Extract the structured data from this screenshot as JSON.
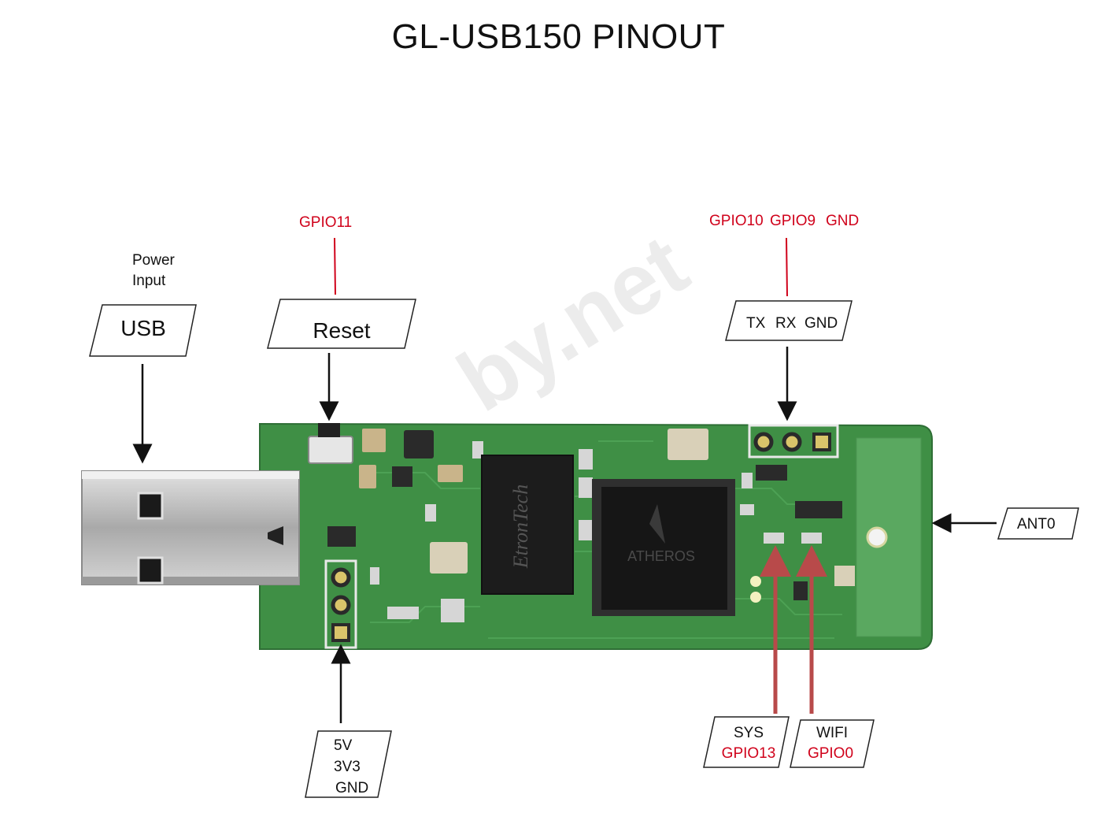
{
  "title": "GL-USB150 PINOUT",
  "labels": {
    "power_input_line1": "Power",
    "power_input_line2": "Input",
    "usb": "USB",
    "reset": "Reset",
    "reset_gpio": "GPIO11",
    "uart_gpio10": "GPIO10",
    "uart_gpio9": "GPIO9",
    "uart_gnd": "GND",
    "uart_tx": "TX",
    "uart_rx": "RX",
    "uart_box_gnd": "GND",
    "ant0": "ANT0",
    "power_5v": "5V",
    "power_3v3": "3V3",
    "power_gnd": "GND",
    "sys": "SYS",
    "sys_gpio": "GPIO13",
    "wifi": "WIFI",
    "wifi_gpio": "GPIO0",
    "watermark": "by.net"
  },
  "board": {
    "chip1_text": "EtronTech",
    "chip2_text": "ATHEROS"
  },
  "colors": {
    "pcb": "#3f8f45",
    "pcb_dark": "#2e6e35",
    "antenna": "#5aa860",
    "metal": "#bdbdbd",
    "chip": "#1a1a1a",
    "arrow_red": "#b84a4a",
    "label_red": "#d0021b"
  }
}
